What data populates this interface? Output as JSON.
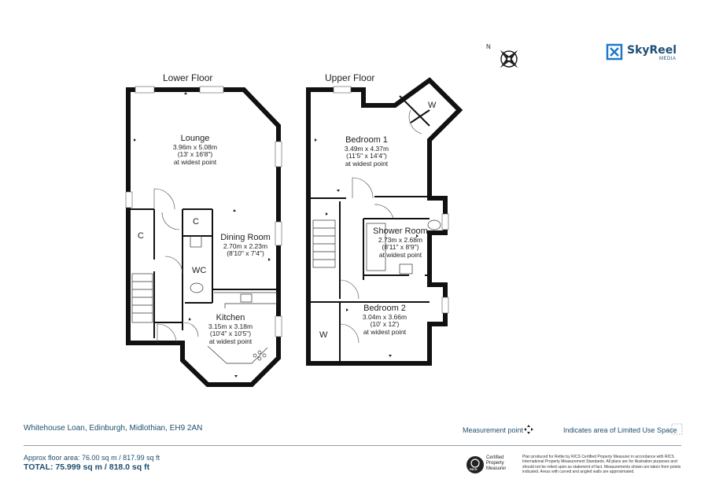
{
  "brand": {
    "name": "SkyReel",
    "sub": "MEDIA",
    "accent": "#1f78c8",
    "text_color": "#1f4f76"
  },
  "compass": {
    "label": "N",
    "icon": "compass-rose-icon"
  },
  "floors": {
    "lower": {
      "title": "Lower Floor",
      "rooms": [
        {
          "key": "lounge",
          "name": "Lounge",
          "metric": "3.96m x 5.08m",
          "imperial": "(13' x 16'8\")",
          "note": "at widest point"
        },
        {
          "key": "dining",
          "name": "Dining Room",
          "metric": "2.70m x 2.23m",
          "imperial": "(8'10\" x 7'4\")",
          "note": ""
        },
        {
          "key": "kitchen",
          "name": "Kitchen",
          "metric": "3.15m x 3.18m",
          "imperial": "(10'4\" x 10'5\")",
          "note": "at widest point"
        }
      ],
      "labels": {
        "c1": "C",
        "c2": "C",
        "wc": "WC"
      }
    },
    "upper": {
      "title": "Upper Floor",
      "rooms": [
        {
          "key": "bed1",
          "name": "Bedroom 1",
          "metric": "3.49m x 4.37m",
          "imperial": "(11'5\" x 14'4\")",
          "note": "at widest point"
        },
        {
          "key": "shower",
          "name": "Shower Room",
          "metric": "2.73m x 2.68m",
          "imperial": "(8'11\" x 8'9\")",
          "note": "at widest point"
        },
        {
          "key": "bed2",
          "name": "Bedroom 2",
          "metric": "3.04m x 3.66m",
          "imperial": "(10' x 12')",
          "note": "at widest point"
        }
      ],
      "labels": {
        "w1": "W",
        "w2": "W"
      }
    }
  },
  "footer": {
    "address": "Whitehouse Loan, Edinburgh, Midlothian, EH9 2AN",
    "measurement_point": "Measurement point",
    "limited_use": "Indicates area of  Limited Use Space",
    "approx_area": "Approx floor area: 76.00 sq m / 817.99 sq ft",
    "total": "TOTAL: 75.999 sq m / 818.0 sq ft",
    "rics_text": "Certified\nProperty\nMeasurer",
    "rics_label": "RICS",
    "disclaimer": "Plan produced for Rettie by RICS Certified Property Measurer in accordance with RICS International Property Measurement Standards. All plans are for illustration purposes and should not be relied upon as statement of fact. Measurements shown are taken from points indicated. Areas with curved and angled walls are approximated."
  }
}
